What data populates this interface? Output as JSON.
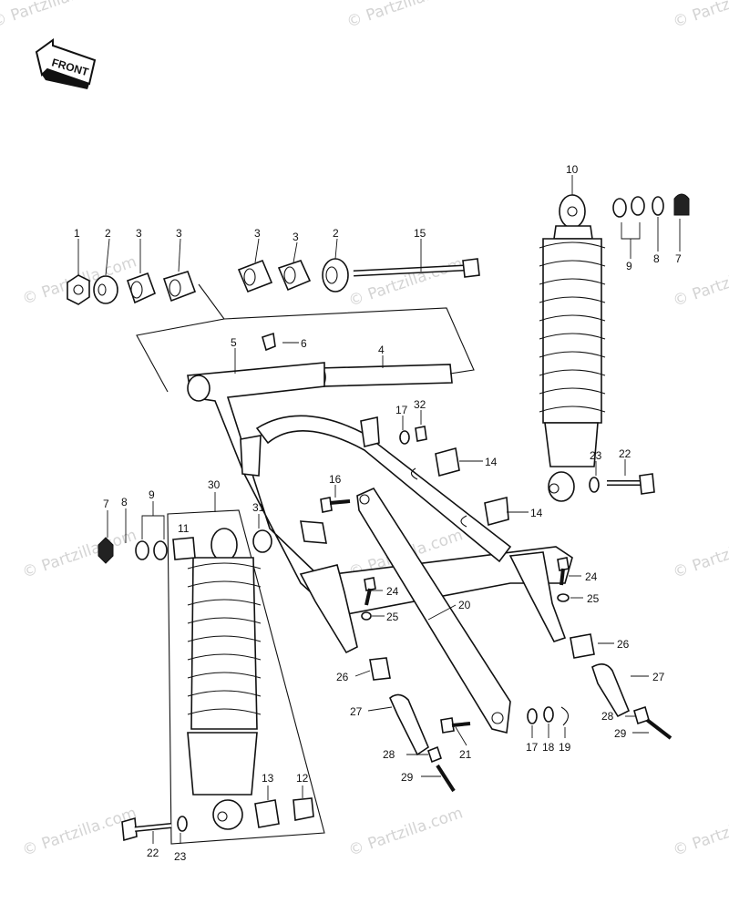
{
  "front_badge": "FRONT",
  "watermark": "© Partzilla.com",
  "callouts": {
    "n1": "1",
    "n2a": "2",
    "n3a": "3",
    "n3b": "3",
    "n3c": "3",
    "n3d": "3",
    "n2b": "2",
    "n15": "15",
    "n5": "5",
    "n6": "6",
    "n4": "4",
    "n10": "10",
    "n9a": "9",
    "n8a": "8",
    "n7a": "7",
    "n17a": "17",
    "n32": "32",
    "n14a": "14",
    "n14b": "14",
    "n23a": "23",
    "n22a": "22",
    "n16": "16",
    "n30": "30",
    "n31": "31",
    "n7b": "7",
    "n8b": "8",
    "n9b": "9",
    "n11": "11",
    "n24a": "24",
    "n25a": "25",
    "n20": "20",
    "n24b": "24",
    "n25b": "25",
    "n26a": "26",
    "n27a": "27",
    "n26b": "26",
    "n27b": "27",
    "n28a": "28",
    "n29a": "29",
    "n21": "21",
    "n28b": "28",
    "n29b": "29",
    "n17b": "17",
    "n18": "18",
    "n19": "19",
    "n13": "13",
    "n12": "12",
    "n22b": "22",
    "n23b": "23"
  }
}
